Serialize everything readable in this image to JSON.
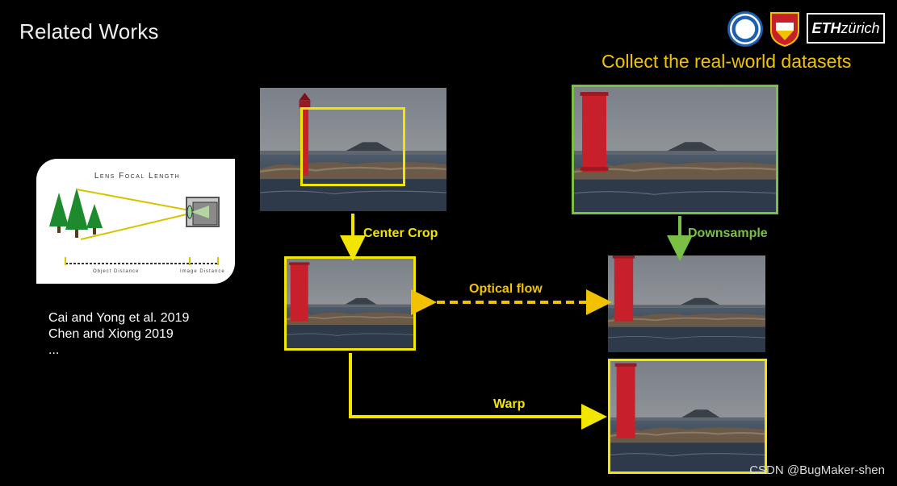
{
  "slide": {
    "title": "Related Works",
    "subtitle": "Collect the real-world datasets",
    "watermark": "CSDN @BugMaker-shen"
  },
  "logos": {
    "eth_bold": "ETH",
    "eth_italic": "zürich"
  },
  "lens_diagram": {
    "title": "Lens Focal Length",
    "object_distance": "Object Distance",
    "image_distance": "Image Distance"
  },
  "references": {
    "line1": "Cai and Yong et al. 2019",
    "line2": "Chen and Xiong 2019",
    "line3": "..."
  },
  "pipeline": {
    "center_crop": "Center Crop",
    "downsample": "Downsample",
    "optical_flow": "Optical flow",
    "warp": "Warp"
  },
  "colors": {
    "background": "#000000",
    "yellow": "#f2e600",
    "gold": "#f2c200",
    "green": "#7ac143",
    "lighthouse_red": "#c8202a"
  }
}
